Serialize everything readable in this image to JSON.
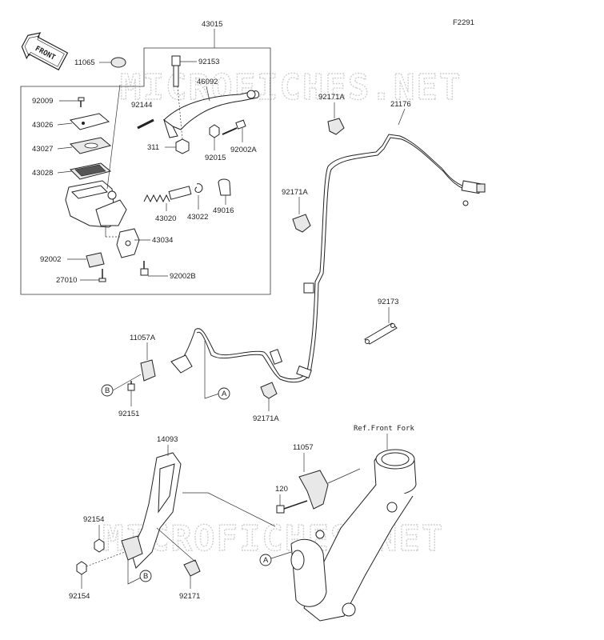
{
  "diagram_code": "F2291",
  "front_label": "FRONT",
  "watermark": "MICROFICHES.NET",
  "ref_label": "Ref.Front Fork",
  "callouts": {
    "a": "A",
    "b": "B"
  },
  "parts": {
    "p43015": "43015",
    "p11065": "11065",
    "p92153": "92153",
    "p46092": "46092",
    "p92009": "92009",
    "p92144": "92144",
    "p92171A_1": "92171A",
    "p21176": "21176",
    "p43026": "43026",
    "p43027": "43027",
    "p311": "311",
    "p92015": "92015",
    "p92002A": "92002A",
    "p43028": "43028",
    "p92171A_2": "92171A",
    "p43020": "43020",
    "p43022": "43022",
    "p49016": "49016",
    "p43034": "43034",
    "p92002": "92002",
    "p92002B": "92002B",
    "p27010": "27010",
    "p92173": "92173",
    "p11057A": "11057A",
    "p92151": "92151",
    "p92171A_3": "92171A",
    "p14093": "14093",
    "p11057": "11057",
    "p120": "120",
    "p92154_1": "92154",
    "p92154_2": "92154",
    "p92171": "92171"
  }
}
